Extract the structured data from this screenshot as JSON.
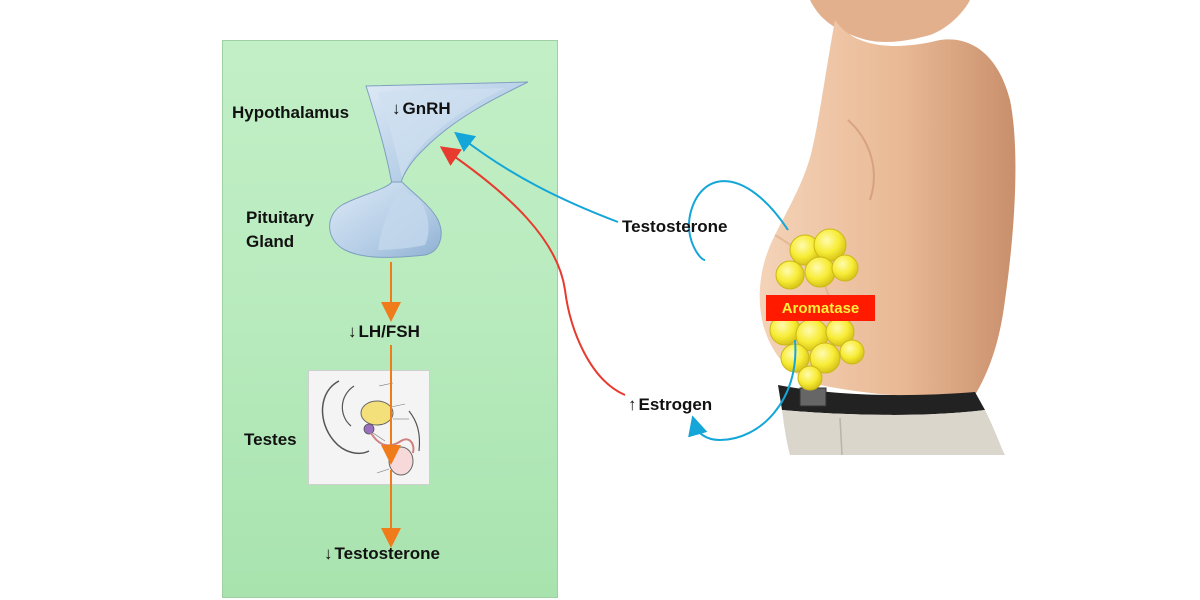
{
  "labels": {
    "hypothalamus": "Hypothalamus",
    "gnrh": "GnRH",
    "pituitary_line1": "Pituitary",
    "pituitary_line2": "Gland",
    "lh_fsh": "LH/FSH",
    "testes": "Testes",
    "testosterone_bottom": "Testosterone",
    "testosterone_right": "Testosterone",
    "estrogen": "Estrogen",
    "aromatase": "Aromatase"
  },
  "symbols": {
    "down": "↓",
    "up": "↑"
  },
  "colors": {
    "panel_green": "#b9ebbf",
    "gland_blue": "#b4cde6",
    "feedback_blue": "#14a6d8",
    "feedback_red": "#e63b2e",
    "cascade_orange": "#f07b1a",
    "aromatase_bg": "#ff1a00",
    "aromatase_text": "#ffef3a",
    "fat_yellow": "#f7ec35",
    "skin": "#e6b895"
  }
}
